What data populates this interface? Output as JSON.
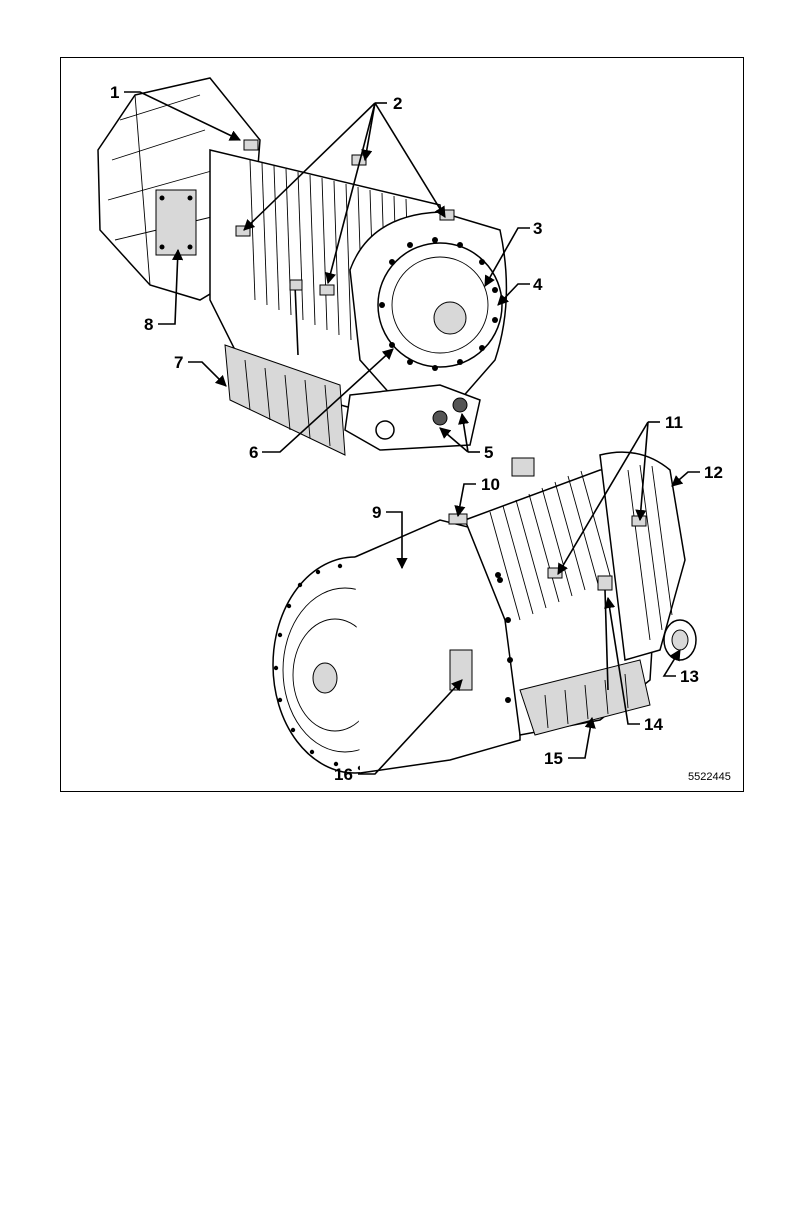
{
  "figure": {
    "id_label": "5522445",
    "callouts": [
      "1",
      "2",
      "3",
      "4",
      "5",
      "6",
      "7",
      "8",
      "9",
      "10",
      "11",
      "12",
      "13",
      "14",
      "15",
      "16"
    ]
  }
}
